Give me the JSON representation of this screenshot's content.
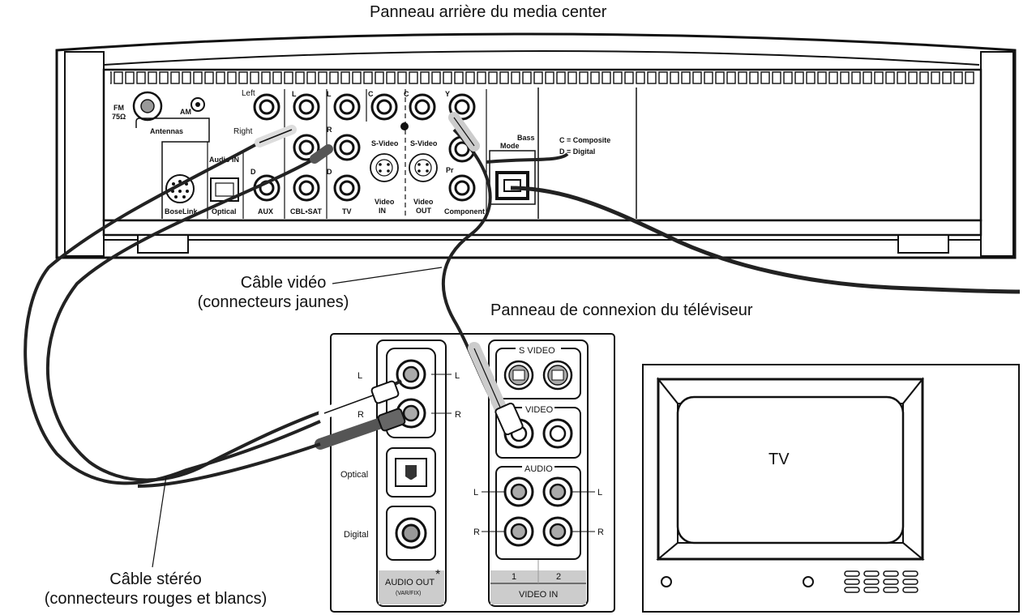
{
  "titles": {
    "media_center": "Panneau arrière du media center",
    "tv_panel": "Panneau de connexion du téléviseur"
  },
  "callouts": {
    "video_cable": {
      "line1": "Câble vidéo",
      "line2": "(connecteurs jaunes)"
    },
    "stereo_cable": {
      "line1": "Câble stéréo",
      "line2": "(connecteurs rouges et blancs)"
    }
  },
  "media_center": {
    "fm": "FM",
    "fm_ohm": "75Ω",
    "am": "AM",
    "antennas": "Antennas",
    "left": "Left",
    "right": "Right",
    "audio_in": "Audio IN",
    "bose_link": "BoseLink",
    "optical": "Optical",
    "aux": "AUX",
    "cbl_sat": "CBL•SAT",
    "tv": "TV",
    "l": "L",
    "r": "R",
    "c": "C",
    "d": "D",
    "y": "Y",
    "pr": "Pr",
    "svideo": "S-Video",
    "video": "Video",
    "in": "IN",
    "out": "OUT",
    "component": "Component",
    "mode": "Mode",
    "bass": "Bass",
    "legend_c": "C = Composite",
    "legend_d": "D = Digital"
  },
  "tv_panel": {
    "l": "L",
    "r": "R",
    "optical": "Optical",
    "digital": "Digital",
    "audio_out": "AUDIO OUT",
    "var_fix": "(VAR/FIX)",
    "asterisk": "*",
    "s_video": "S VIDEO",
    "video": "VIDEO",
    "audio": "AUDIO",
    "col1": "1",
    "col2": "2",
    "video_in": "VIDEO IN"
  },
  "tv": {
    "label": "TV"
  }
}
